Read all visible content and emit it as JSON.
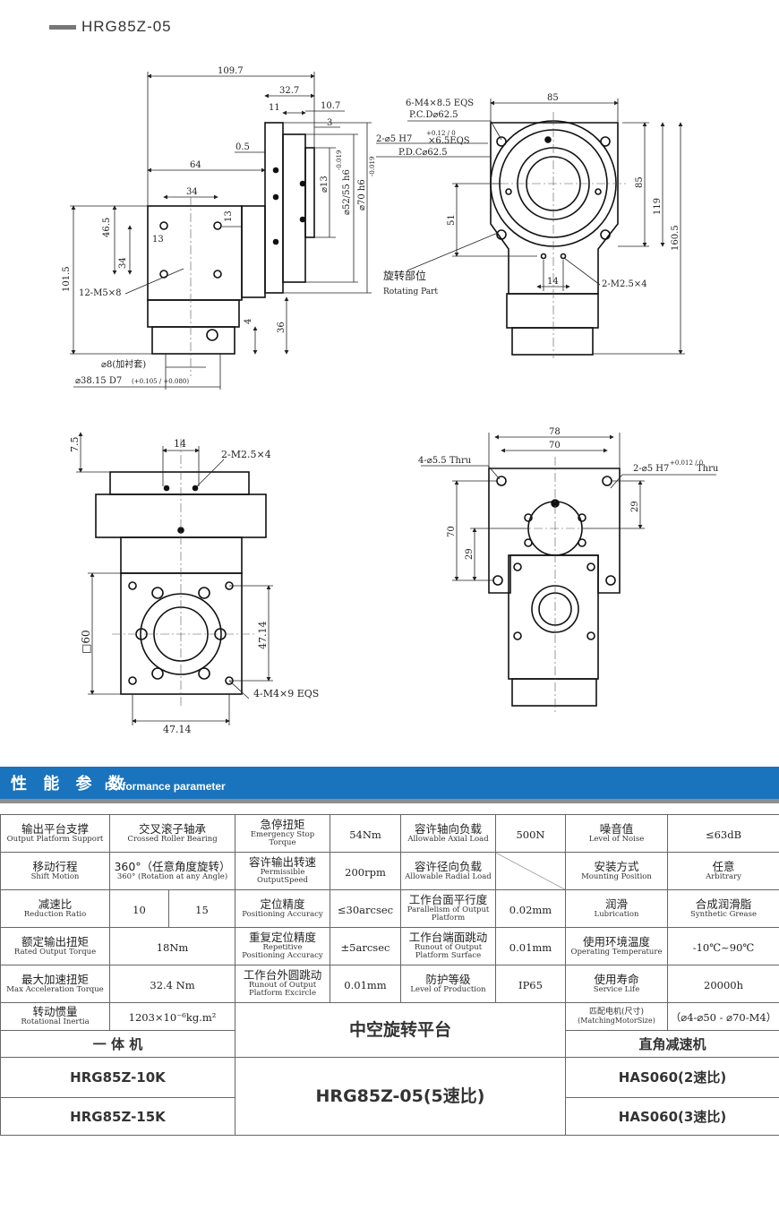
{
  "header": {
    "model": "HRG85Z-05"
  },
  "drawing": {
    "top_left": {
      "d1": "109.7",
      "d2": "32.7",
      "d3": "11",
      "d4": "10.7",
      "d5": "3",
      "d6": "0.5",
      "d7": "64",
      "d8": "34",
      "d9": "46.5",
      "d10": "13",
      "d11": "13",
      "d12": "34",
      "d13": "101.5",
      "d14": "12-M5×8",
      "d15": "4",
      "d16": "36",
      "d17": "⌀8(加衬套)",
      "d18": "⌀38.15 D7",
      "d18tol": "(+0.105 / +0.080)",
      "d19": "⌀13",
      "d20": "⌀52/55 h6",
      "d20tol": "-0.019",
      "d21": "⌀70 h6",
      "d21tol": "-0.019"
    },
    "top_right": {
      "a1": "6-M4×8.5 EQS",
      "a2": "P.C.D⌀62.5",
      "a3": "2-⌀5 H7",
      "a3tol": "+0.12 / 0",
      "a4": "×6.5EQS",
      "a5": "P.D.C⌀62.5",
      "a6": "85",
      "a7": "85",
      "a8": "119",
      "a9": "160.5",
      "a10": "51",
      "a11": "14",
      "a12": "2-M2.5×4",
      "rot_cn": "旋转部位",
      "rot_en": "Rotating Part"
    },
    "bottom_left": {
      "b1": "7.5",
      "b2": "14",
      "b3": "2-M2.5×4",
      "b4": "□60",
      "b5": "47.14",
      "b6": "47.14",
      "b7": "4-M4×9 EQS"
    },
    "bottom_right": {
      "c1": "78",
      "c2": "70",
      "c3": "4-⌀5.5 Thru",
      "c4": "2-⌀5 H7",
      "c4tol": "+0.012 / 0",
      "c5": "Thru",
      "c6": "70",
      "c7": "29",
      "c8": "29"
    }
  },
  "section": {
    "title_cn": "性 能 参 数",
    "title_en": "Performance parameter"
  },
  "spec": {
    "r1": {
      "k1c": "输出平台支撑",
      "k1e": "Output Platform Support",
      "v1c": "交叉滚子轴承",
      "v1e": "Crossed Roller Bearing",
      "k2c": "急停扭矩",
      "k2e": "Emergency Stop  Torque",
      "v2": "54Nm",
      "k3c": "容许轴向负载",
      "k3e": "Allowable Axial Load",
      "v3": "500N",
      "k4c": "噪音值",
      "k4e": "Level of Noise",
      "v4": "≤63dB"
    },
    "r2": {
      "k1c": "移动行程",
      "k1e": "Shift Motion",
      "v1c": "360°（任意角度旋转）",
      "v1e": "360°  (Rotation at any Angle)",
      "k2c": "容许输出转速",
      "k2e": "Permissible OutputSpeed",
      "v2": "200rpm",
      "k3c": "容许径向负载",
      "k3e": "Allowable Radial Load",
      "k4c": "安装方式",
      "k4e": "Mounting Position",
      "v4c": "任意",
      "v4e": "Arbitrary"
    },
    "r3": {
      "k1c": "减速比",
      "k1e": "Reduction Ratio",
      "v1a": "10",
      "v1b": "15",
      "k2c": "定位精度",
      "k2e": "Positioning Accuracy",
      "v2": "≤30arcsec",
      "k3c": "工作台面平行度",
      "k3e": "Parallelism of Output Platform",
      "v3": "0.02mm",
      "k4c": "润滑",
      "k4e": "Lubrication",
      "v4c": "合成润滑脂",
      "v4e": "Synthetic Grease"
    },
    "r4": {
      "k1c": "额定输出扭矩",
      "k1e": "Rated Output Torque",
      "v1": "18Nm",
      "k2c": "重复定位精度",
      "k2e1": "Repetitive",
      "k2e2": "Positioning Accuracy",
      "v2": "±5arcsec",
      "k3c": "工作台端面跳动",
      "k3e1": "Runout of Output",
      "k3e2": "Platform Surface",
      "v3": "0.01mm",
      "k4c": "使用环境温度",
      "k4e": "Operating  Temperature",
      "v4": "-10℃~90℃"
    },
    "r5": {
      "k1c": "最大加速扭矩",
      "k1e": "Max Acceleration Torque",
      "v1": "32.4 Nm",
      "k2c": "工作台外圆跳动",
      "k2e1": "Runout of Output",
      "k2e2": "Platform Excircle",
      "v2": "0.01mm",
      "k3c": "防护等级",
      "k3e": "Level of Production",
      "v3": "IP65",
      "k4c": "使用寿命",
      "k4e": "Service Life",
      "v4": "20000h"
    },
    "r6": {
      "k1c": "转动惯量",
      "k1e": "Rotational Inertia",
      "v1": "1203×10⁻⁶kg.m²",
      "center": "中空旋转平台",
      "k4c": "匹配电机(尺寸)",
      "k4e": "(MatchingMotorSize)",
      "v4": "（⌀4-⌀50 - ⌀70-M4）"
    },
    "r7": {
      "left": "一 体 机",
      "right": "直角减速机"
    },
    "r8": {
      "left": "HRG85Z-10K",
      "center": "HRG85Z-05(5速比)",
      "right": "HAS060(2速比)"
    },
    "r9": {
      "left": "HRG85Z-15K",
      "right": "HAS060(3速比)"
    }
  }
}
